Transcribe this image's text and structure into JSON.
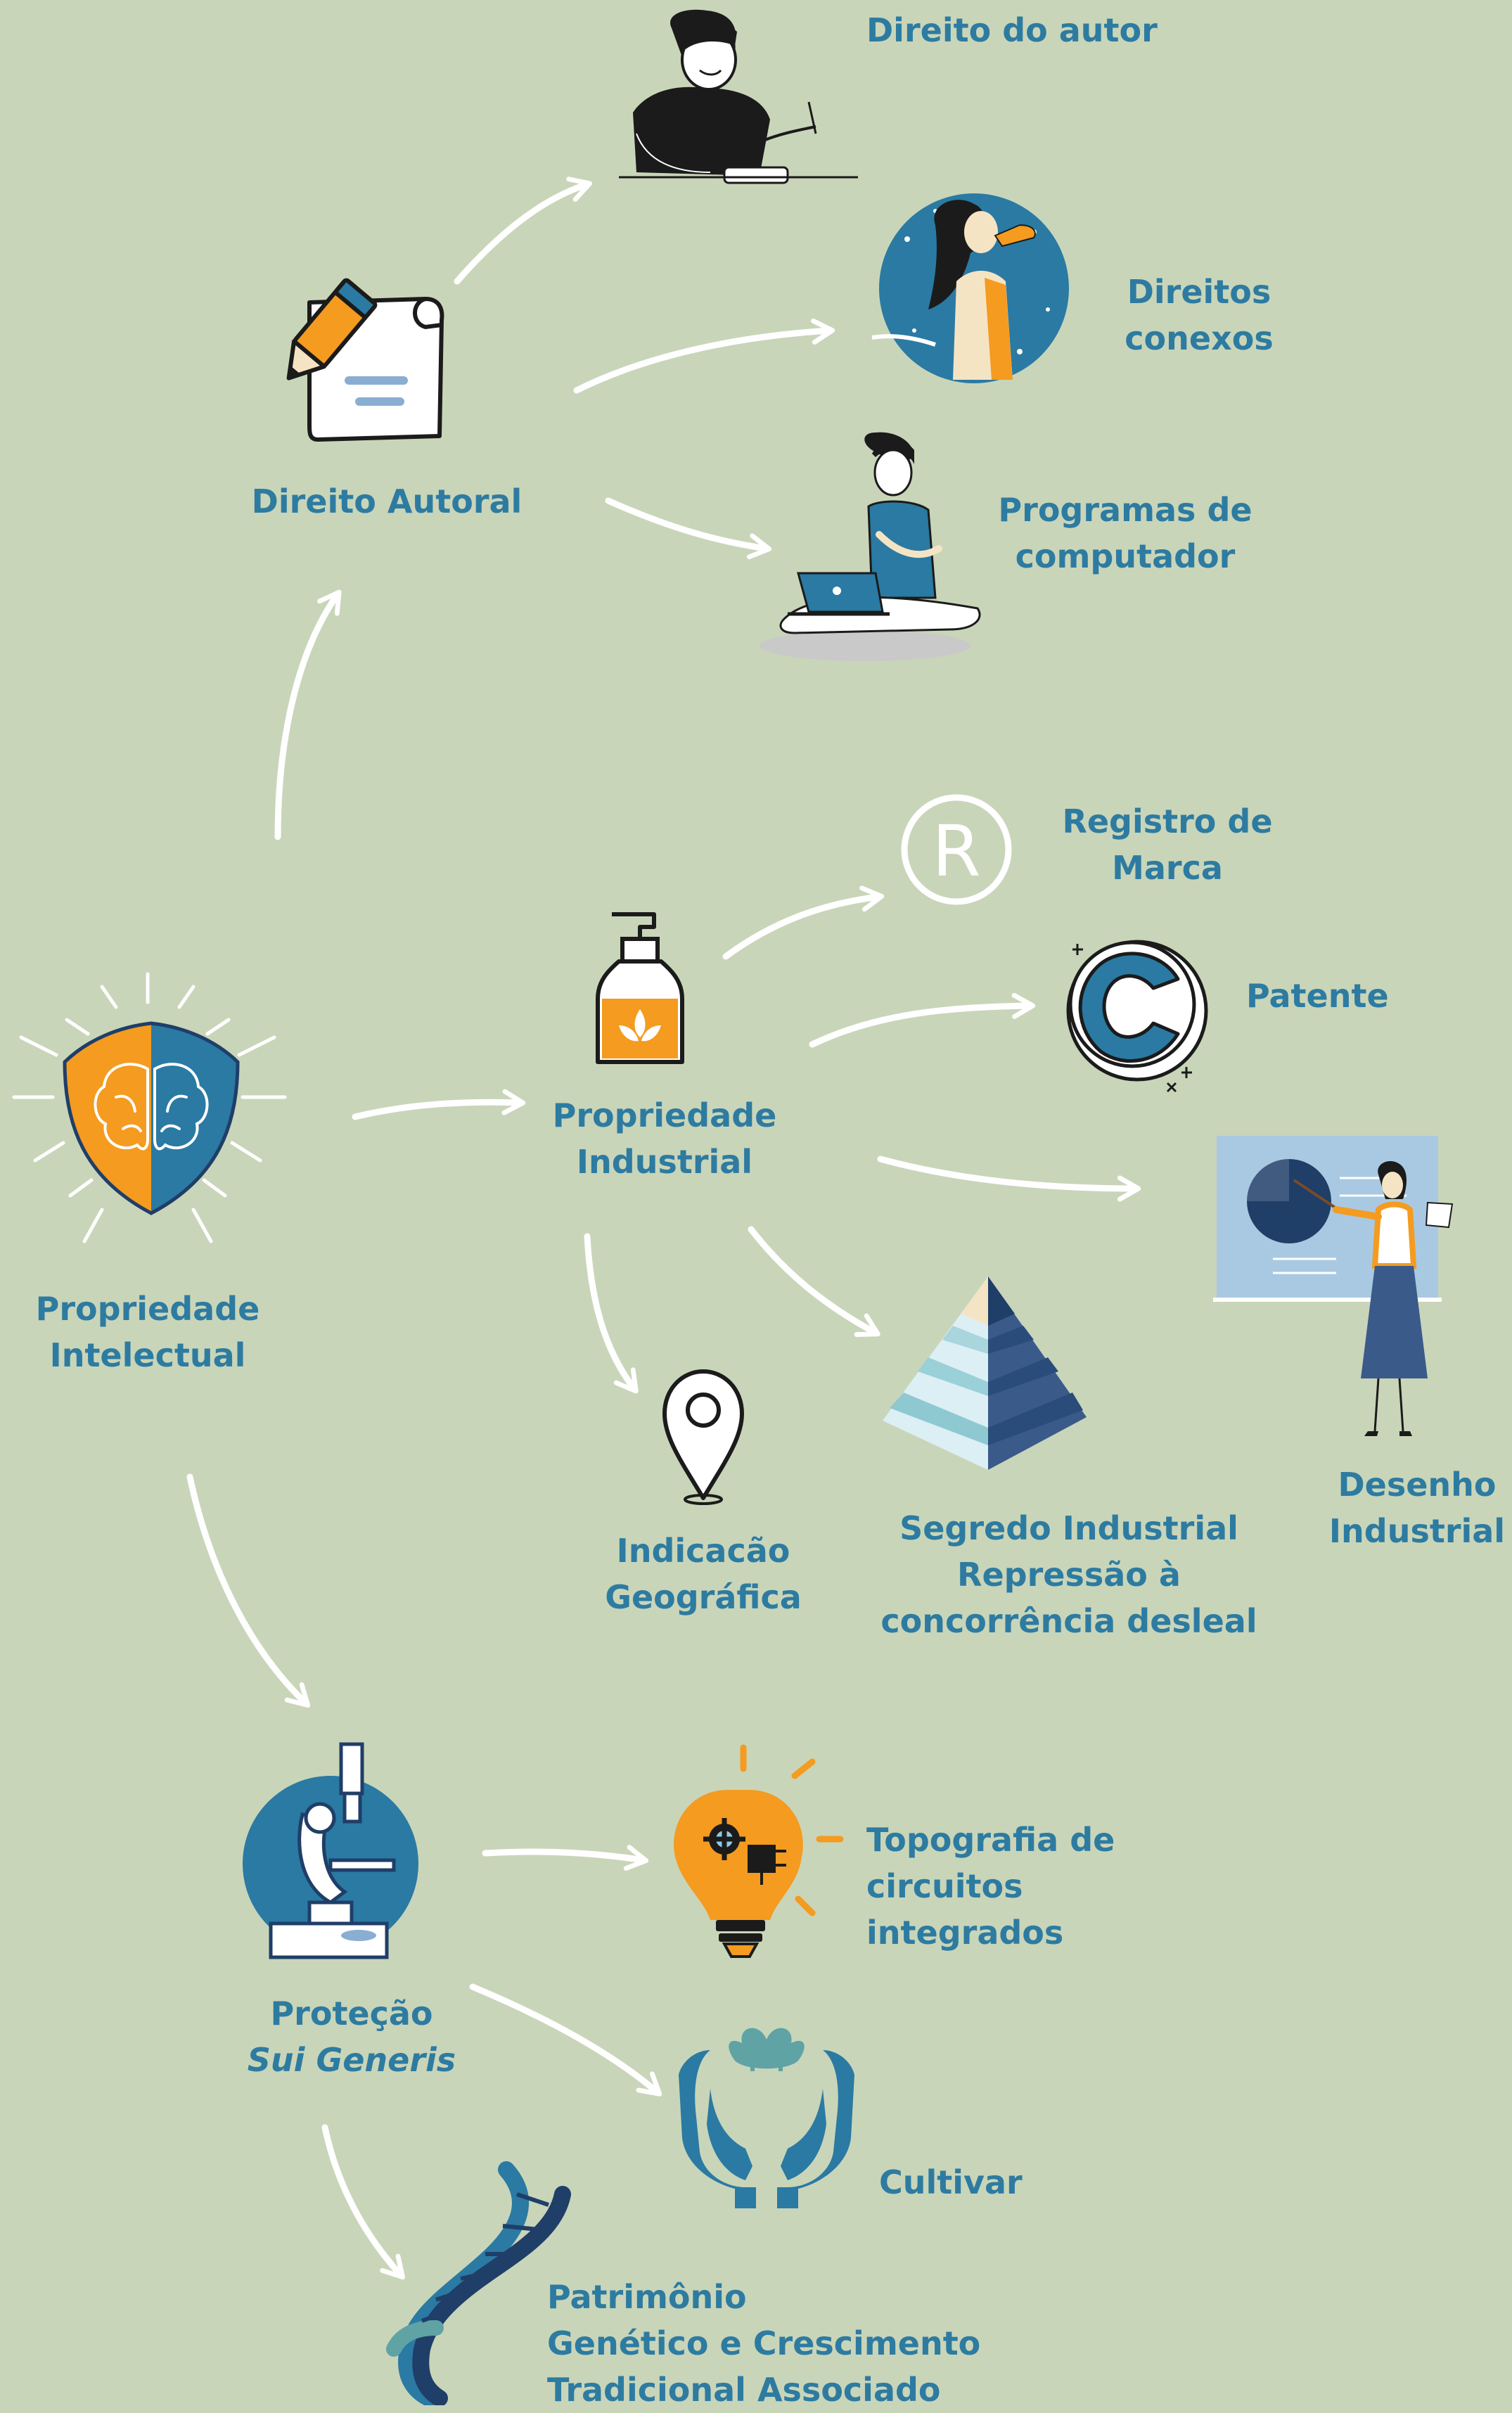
{
  "nodes": {
    "pi": {
      "line1": "Propriedade",
      "line2": "Intelectual"
    },
    "da": {
      "line1": "Direito Autoral"
    },
    "dautor": {
      "line1": "Direito do autor"
    },
    "dconexos": {
      "line1": "Direitos",
      "line2": "conexos"
    },
    "prog": {
      "line1": "Programas de",
      "line2": "computador"
    },
    "pind": {
      "line1": "Propriedade",
      "line2": "Industrial"
    },
    "marca": {
      "line1": "Registro de",
      "line2": "Marca"
    },
    "patente": {
      "line1": "Patente"
    },
    "desenho": {
      "line1": "Desenho",
      "line2": "Industrial"
    },
    "segredo": {
      "line1": "Segredo Industrial",
      "line2": "Repressão à",
      "line3": "concorrência desleal"
    },
    "geo": {
      "line1": "Indicacão",
      "line2": "Geográfica"
    },
    "sg": {
      "line1": "Proteção",
      "line2": "Sui Generis"
    },
    "topo": {
      "line1": "Topografia de",
      "line2": "circuitos",
      "line3": "integrados"
    },
    "cultivar": {
      "line1": "Cultivar"
    },
    "patr": {
      "line1": "Patrimônio",
      "line2": "Genético e Crescimento",
      "line3": "Tradicional Associado"
    }
  },
  "icons": {
    "registered_symbol": "R",
    "copyright_symbol": "C"
  },
  "colors": {
    "background": "#c9d5b9",
    "text": "#2d7ba1",
    "orange": "#f49b20",
    "blue": "#2a7aa3",
    "navy": "#1f3e68",
    "arrow": "#ffffff"
  }
}
